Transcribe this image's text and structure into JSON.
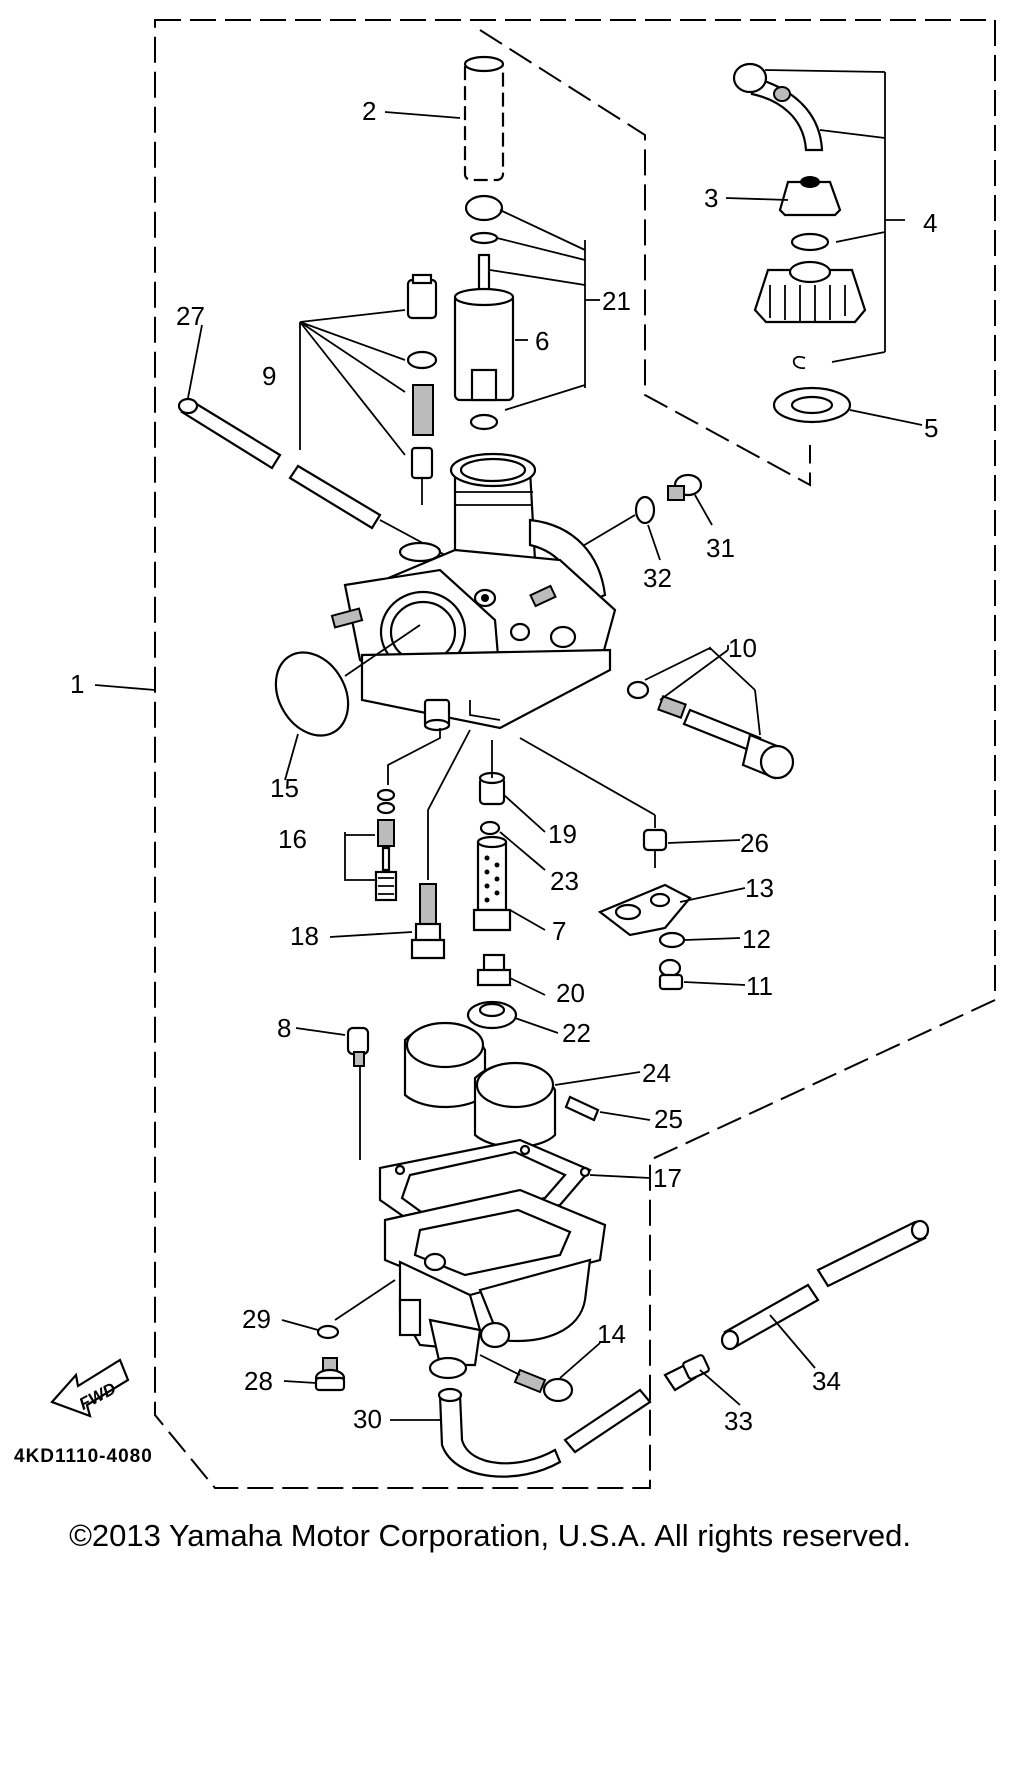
{
  "diagram": {
    "part_numbers": [
      "1",
      "2",
      "3",
      "4",
      "5",
      "6",
      "7",
      "8",
      "9",
      "10",
      "11",
      "12",
      "13",
      "14",
      "15",
      "16",
      "17",
      "18",
      "19",
      "20",
      "21",
      "22",
      "23",
      "24",
      "25",
      "26",
      "27",
      "28",
      "29",
      "30",
      "31",
      "32",
      "33",
      "34"
    ],
    "drawing_code": "4KD1110-4080",
    "fwd_label": "FWD"
  },
  "footer": {
    "copyright": "©2013 Yamaha Motor Corporation, U.S.A. All rights reserved."
  }
}
